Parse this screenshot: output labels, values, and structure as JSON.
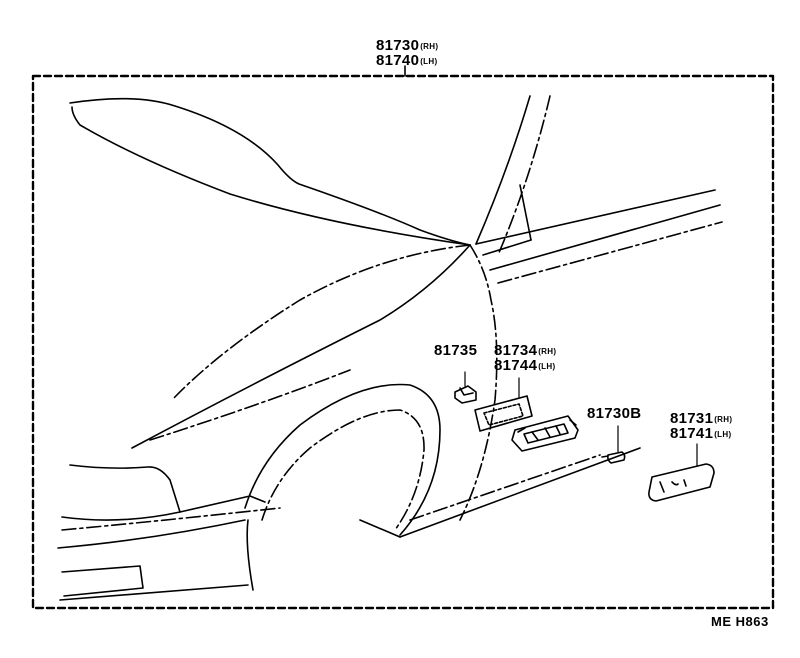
{
  "labels": {
    "assy_rh_num": "81730",
    "assy_rh_sfx": "(RH)",
    "assy_lh_num": "81740",
    "assy_lh_sfx": "(LH)",
    "socket_num": "81735",
    "gasket_rh_num": "81734",
    "gasket_rh_sfx": "(RH)",
    "gasket_lh_num": "81744",
    "gasket_lh_sfx": "(LH)",
    "bulb_num": "81730B",
    "lens_rh_num": "81731",
    "lens_rh_sfx": "(RH)",
    "lens_lh_num": "81741",
    "lens_lh_sfx": "(LH)"
  },
  "diagram_code": "ME H863"
}
